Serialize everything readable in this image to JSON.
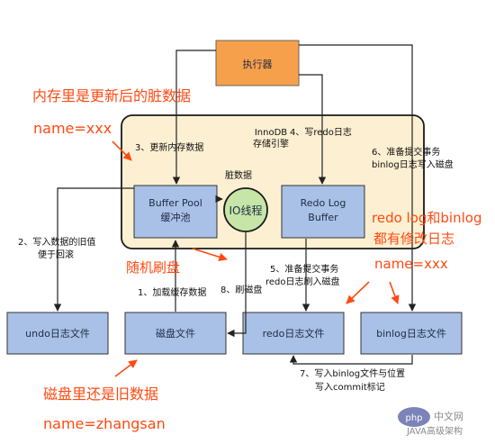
{
  "colors": {
    "engine_fill": "#fdf0d2",
    "executor_fill": "#f7a04b",
    "blue_box": "#a9c1e6",
    "green_circle": "#c5e6a6",
    "note_red": "#ff4a12"
  },
  "nodes": {
    "executor": "执行器",
    "engine": [
      "InnoDB",
      "存储引擎"
    ],
    "buffer_pool": [
      "Buffer Pool",
      "缓冲池"
    ],
    "io_thread": "IO线程",
    "redo_buffer": [
      "Redo Log",
      "Buffer"
    ],
    "undo_file": "undo日志文件",
    "disk_file": "磁盘文件",
    "redo_file": "redo日志文件",
    "binlog_file": "binlog日志文件"
  },
  "steps": {
    "s1": "1、加载缓存数据",
    "s2": [
      "2、写入数据的旧值",
      "便于回滚"
    ],
    "s3": "3、更新内存数据",
    "s4": "4、写redo日志",
    "s5": [
      "5、准备提交事务",
      "redo日志刷入磁盘"
    ],
    "s6": [
      "6、准备提交事务",
      "binlog日志写入磁盘"
    ],
    "s7": [
      "7、写入binlog文件与位置",
      "写入commit标记"
    ],
    "s8": "8、刷磁盘",
    "dirty": "脏数据"
  },
  "annotations": {
    "memory_dirty": [
      "内存里是更新后的脏数据",
      "name=xxx"
    ],
    "random_flush": "随机刷盘",
    "logs_modified": [
      "redo log和binlog",
      "都有修改日志",
      "name=xxx"
    ],
    "disk_old": [
      "磁盘里还是旧数据",
      "name=zhangsan"
    ]
  },
  "watermark": [
    "php",
    "中文网",
    "JAVA高级架构"
  ]
}
